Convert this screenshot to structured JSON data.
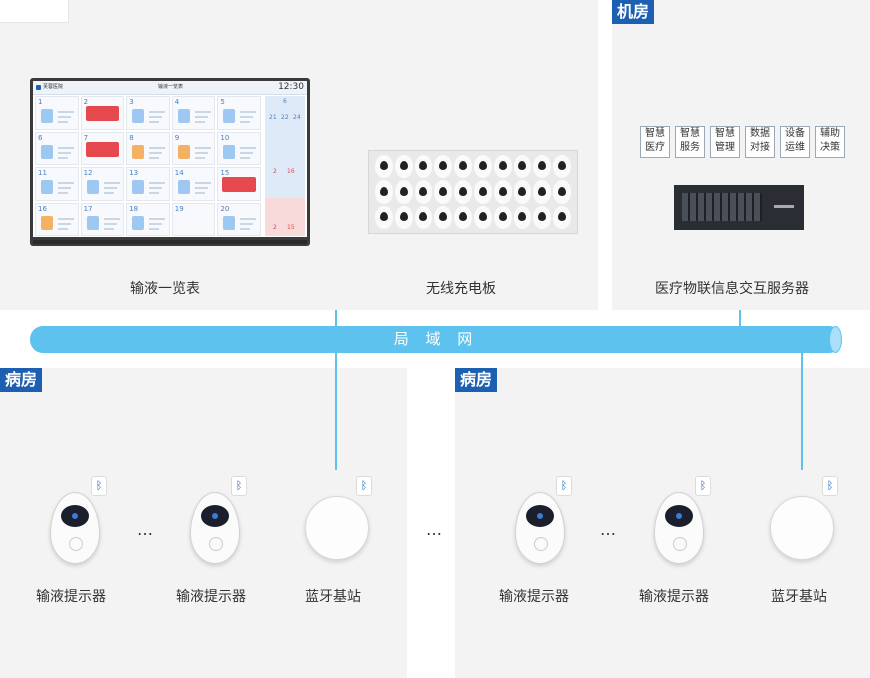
{
  "colors": {
    "accent": "#1d5fb0",
    "lan": "#5ec2ee",
    "panel": "#f3f3f3",
    "alert": "#e5484d"
  },
  "machine_room": {
    "tag": "机房"
  },
  "ward_left": {
    "tag": "病房"
  },
  "ward_right": {
    "tag": "病房"
  },
  "lan": {
    "label": "局 域 网"
  },
  "top_captions": {
    "overview": "输液一览表",
    "charger": "无线充电板",
    "server": "医疗物联信息交互服务器"
  },
  "screen": {
    "hospital": "芙蓉医院",
    "title": "输液一览表",
    "time": "12:30",
    "bed_numbers": [
      "1",
      "2",
      "3",
      "4",
      "5",
      "6",
      "7",
      "8",
      "9",
      "10",
      "11",
      "12",
      "13",
      "14",
      "15",
      "16",
      "17",
      "18",
      "19",
      "20"
    ],
    "side_numbers": [
      "6",
      "21",
      "22",
      "24",
      "2",
      "16",
      "2",
      "15"
    ]
  },
  "server_modules": [
    {
      "line1": "智慧",
      "line2": "医疗"
    },
    {
      "line1": "智慧",
      "line2": "服务"
    },
    {
      "line1": "智慧",
      "line2": "管理"
    },
    {
      "line1": "数据",
      "line2": "对接"
    },
    {
      "line1": "设备",
      "line2": "运维"
    },
    {
      "line1": "辅助",
      "line2": "决策"
    }
  ],
  "devices": {
    "left": [
      "输液提示器",
      "输液提示器",
      "蓝牙基站"
    ],
    "right": [
      "输液提示器",
      "输液提示器",
      "蓝牙基站"
    ],
    "ellipsis": "…"
  }
}
